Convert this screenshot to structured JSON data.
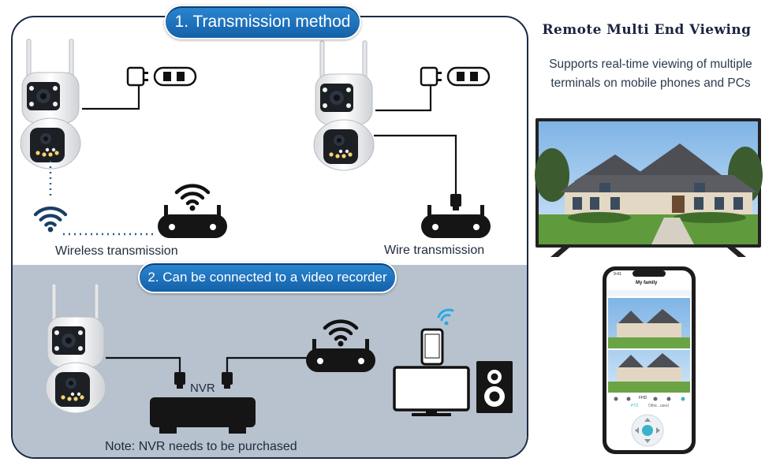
{
  "left_panel": {
    "section1_title": "1. Transmission method",
    "wireless_label": "Wireless transmission",
    "wire_label": "Wire transmission",
    "section2_title": "2. Can be connected to a video recorder",
    "nvr_label": "NVR",
    "note": "Note: NVR needs to be purchased"
  },
  "right_panel": {
    "title": "Remote Multi End Viewing",
    "subtitle": "Supports real-time viewing of multiple terminals on mobile phones and PCs",
    "phone": {
      "status_time": "9:41",
      "app_title": "My family",
      "tabs": [
        "PTZ",
        "Othe...used"
      ],
      "quality": "FHD"
    }
  },
  "colors": {
    "pill_blue": "#1b6fbf",
    "frame_navy": "#1b2a44",
    "lower_panel": "#b8c2cf",
    "device_black": "#1a1a1a"
  },
  "icons": [
    "camera-icon",
    "power-adapter-icon",
    "wifi-icon",
    "router-icon",
    "ethernet-plug-icon",
    "nvr-icon",
    "monitor-icon",
    "smartphone-icon",
    "speaker-icon"
  ]
}
